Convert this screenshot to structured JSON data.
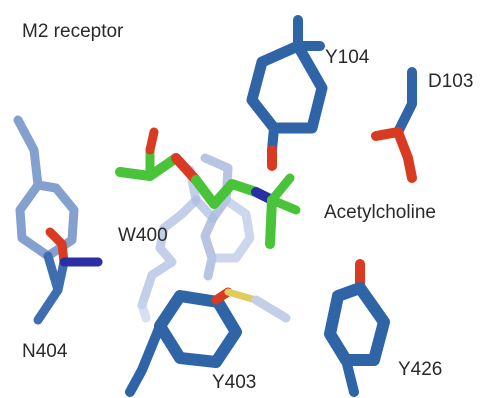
{
  "title": "M2 receptor",
  "residues": {
    "y104": "Y104",
    "d103": "D103",
    "w400": "W400",
    "n404": "N404",
    "y403": "Y403",
    "y426": "Y426"
  },
  "ligand": "Acetylcholine",
  "colors": {
    "carbon_dark": "#2f64a6",
    "carbon_light": "#6f8fc6",
    "carbon_faded": "#c3cfe6",
    "ligand_carbon": "#49c43a",
    "oxygen": "#d83a22",
    "nitrogen": "#2a2fa6",
    "sulfur": "#e0cc5c"
  }
}
